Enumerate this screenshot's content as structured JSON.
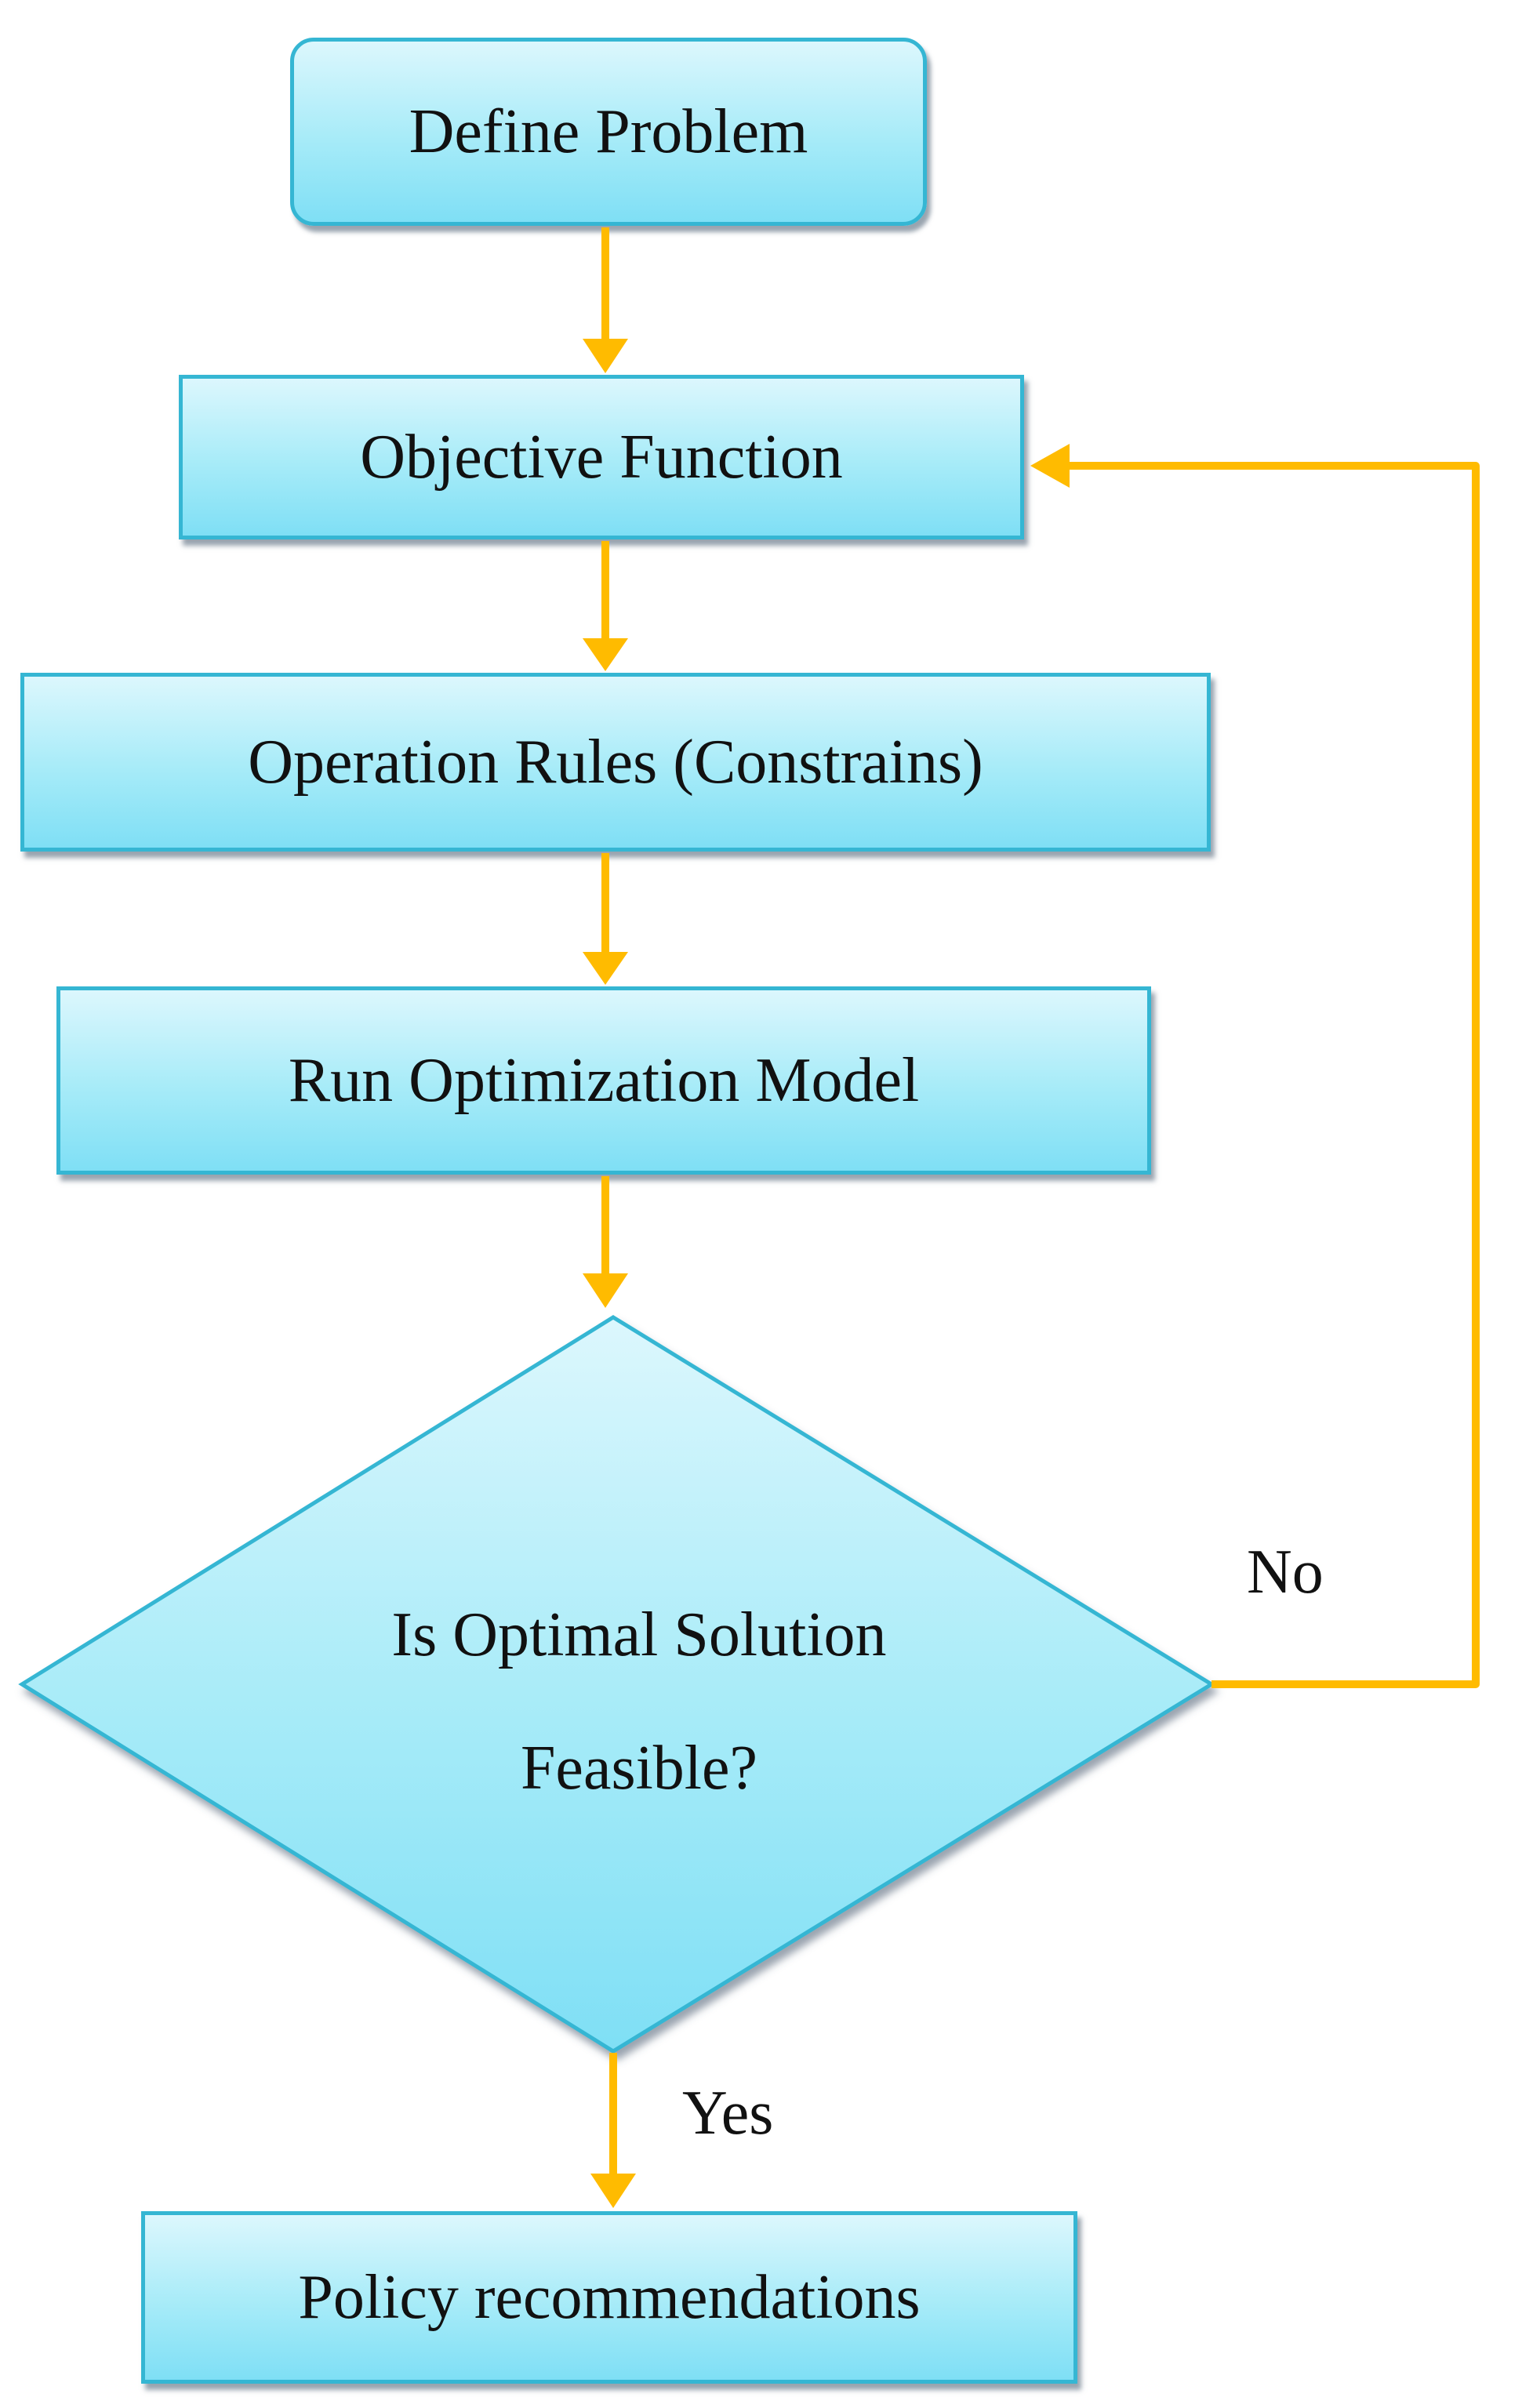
{
  "diagram": {
    "nodes": {
      "define_problem": "Define Problem",
      "objective_function": "Objective Function",
      "operation_rules": "Operation Rules (Constrains)",
      "run_model": "Run Optimization Model",
      "decision_line1": "Is Optimal Solution",
      "decision_line2": "Feasible?",
      "policy": "Policy recommendations"
    },
    "edge_labels": {
      "no": "No",
      "yes": "Yes"
    },
    "colors": {
      "node_fill_top": "#dcf7fd",
      "node_fill_bottom": "#7fdff5",
      "node_border": "#35b6d3",
      "connector": "#ffbb00"
    }
  }
}
